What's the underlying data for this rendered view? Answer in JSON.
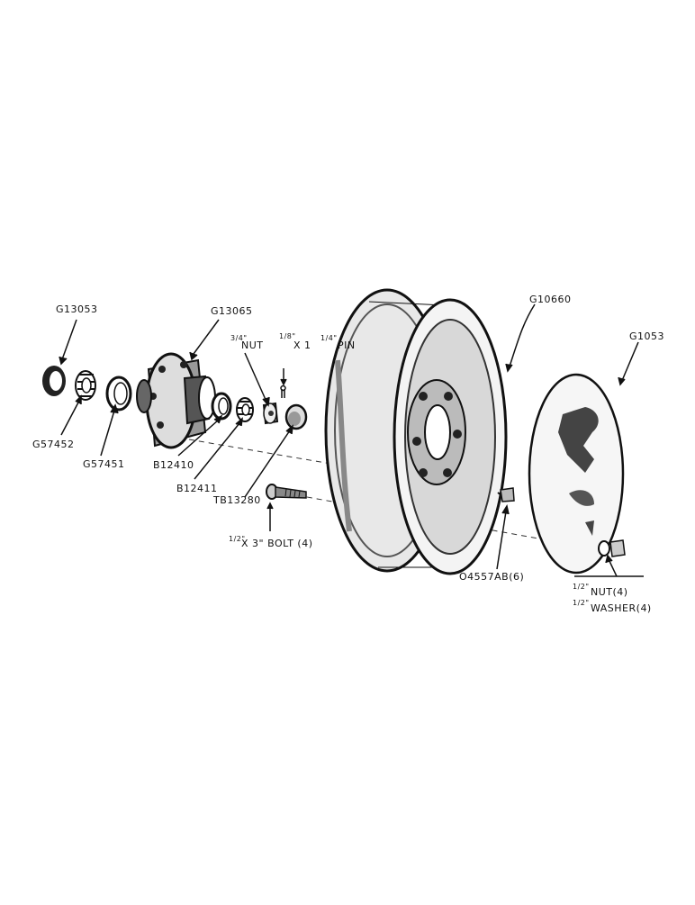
{
  "labels": {
    "g13053": "G13053",
    "g13065": "G13065",
    "g57452": "G57452",
    "g57451": "G57451",
    "b12410": "B12410",
    "b12411": "B12411",
    "tb13280": "TB13280",
    "nut_34": "NUT",
    "nut_34_frac": "3/4\"",
    "pin": "X 1",
    "pin_frac_a": "1/8\"",
    "pin_frac_b": "1/4\"",
    "pin_word": "PIN",
    "bolt": "X 3\" BOLT (4)",
    "bolt_frac": "1/2\"",
    "g10660": "G10660",
    "g1053": "G1053",
    "o4557ab": "O4557AB(6)",
    "nut4": "NUT(4)",
    "washer4": "WASHER(4)",
    "nut4_frac": "1/2\"",
    "washer4_frac": "1/2\""
  }
}
